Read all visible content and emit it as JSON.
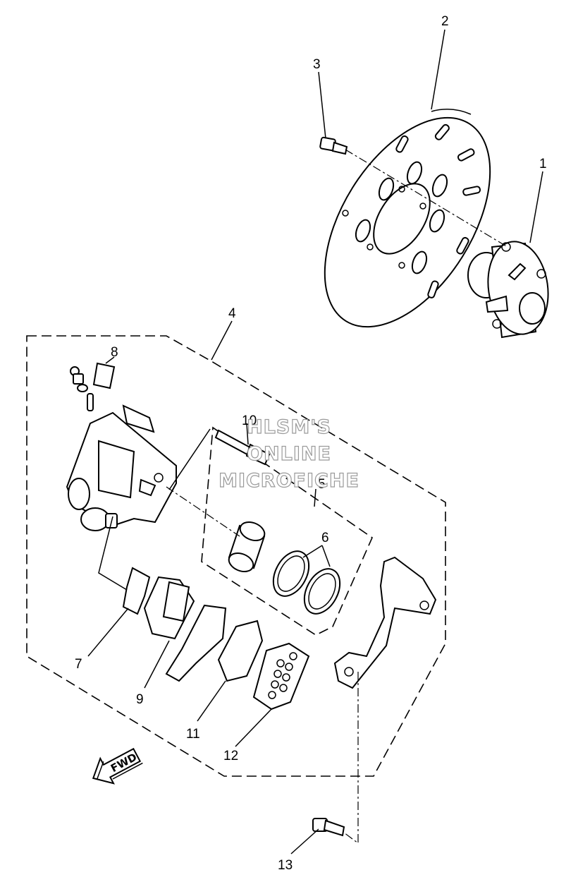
{
  "callouts": {
    "c1": "1",
    "c2": "2",
    "c3": "3",
    "c4": "4",
    "c5": "5",
    "c6": "6",
    "c7": "7",
    "c8": "8",
    "c9": "9",
    "c10": "10",
    "c11": "11",
    "c12": "12",
    "c13": "13"
  },
  "watermark": {
    "line1": "HLSM'S",
    "line2": "ONLINE",
    "line3": "MICROFICHE"
  },
  "direction_arrow": {
    "label": "FWD"
  },
  "colors": {
    "line": "#000000",
    "watermark": "#9a9a9a",
    "background": "#ffffff"
  }
}
